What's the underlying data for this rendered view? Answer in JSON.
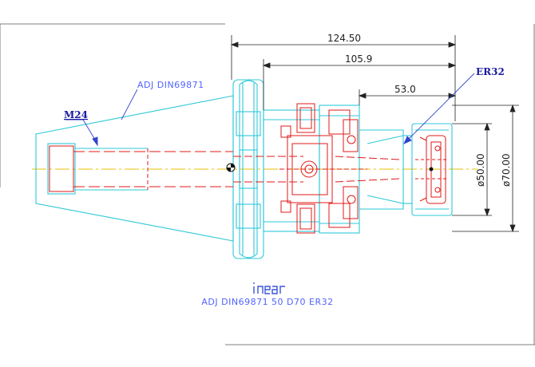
{
  "dimensions": {
    "overall_length": "124.50",
    "flange_to_end": "105.9",
    "nut_length": "53.0",
    "diameter_nut": "ø50.00",
    "diameter_flange": "ø70.00"
  },
  "callouts": {
    "thread": "M24",
    "collet": "ER32",
    "standard": "ADJ DIN69871"
  },
  "caption": "ADJ DIN69871 50 D70 ER32",
  "colors": {
    "cyan": "#2ec8d8",
    "red": "#e01818",
    "blue": "#3344cc",
    "centerline": "#e8c000",
    "dim": "#222222"
  }
}
